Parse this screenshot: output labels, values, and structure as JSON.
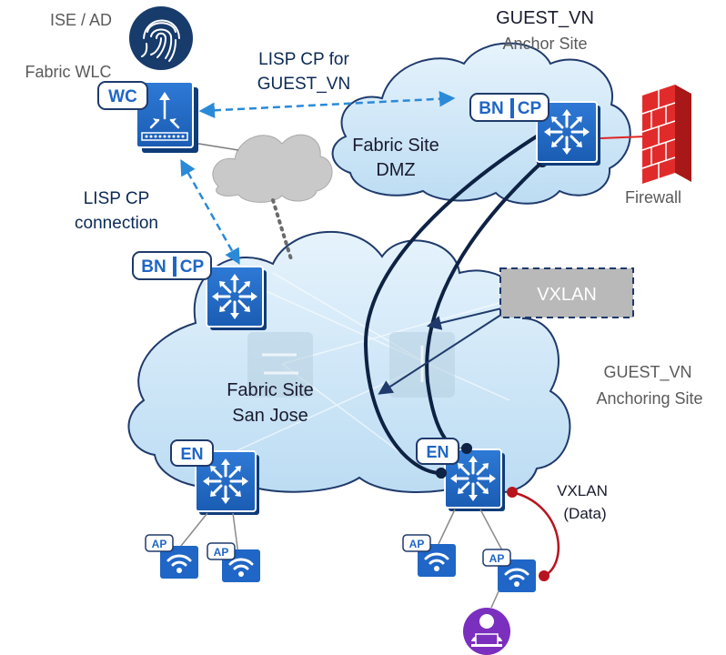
{
  "labels": {
    "ise_ad": "ISE / AD",
    "fabric_wlc": "Fabric WLC",
    "lisp_cp_for_1": "LISP CP for",
    "lisp_cp_for_2": "GUEST_VN",
    "guest_vn_title": "GUEST_VN",
    "anchor_site": "Anchor Site",
    "dmz_1": "Fabric Site",
    "dmz_2": "DMZ",
    "firewall": "Firewall",
    "lisp_cp_conn_1": "LISP CP",
    "lisp_cp_conn_2": "connection",
    "vxlan_box": "VXLAN",
    "anchoring_1": "GUEST_VN",
    "anchoring_2": "Anchoring Site",
    "sj_1": "Fabric Site",
    "sj_2": "San Jose",
    "vxlan_data_1": "VXLAN",
    "vxlan_data_2": "(Data)"
  },
  "tags": {
    "wc": "WC",
    "bn": "BN",
    "cp": "CP",
    "en": "EN",
    "ap": "AP"
  },
  "colors": {
    "cloud_fill": "#cfe6f7",
    "cloud_stroke": "#1f3a6b",
    "device_blue": "#1f66c6",
    "dark_line": "#0e2244",
    "dashed_blue": "#2a8ad8",
    "firewall_red": "#e02424",
    "vxlan_red": "#b8141e",
    "user_purple": "#7b2fbe",
    "gray_cloud": "#c7c7c7"
  }
}
